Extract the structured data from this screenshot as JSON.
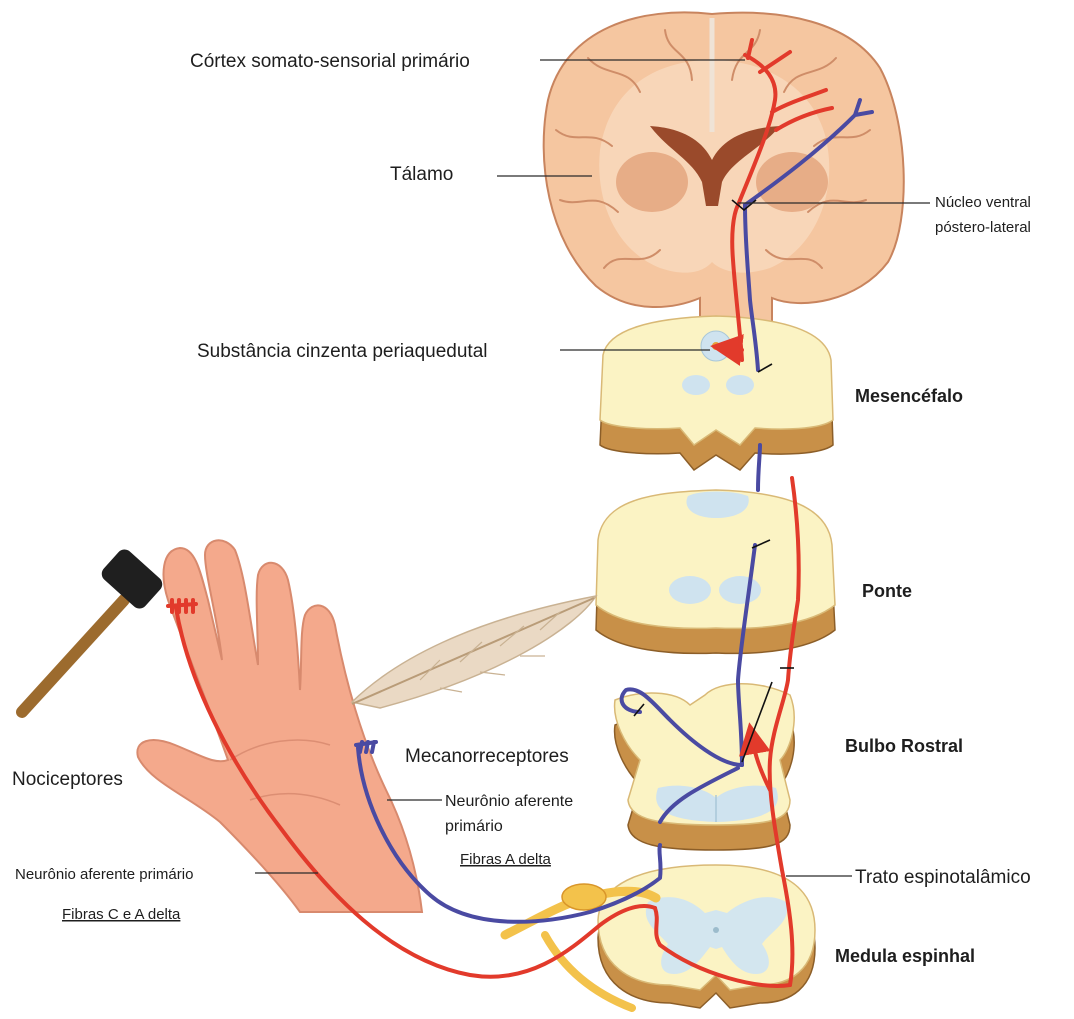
{
  "brain": {
    "cortex_label": "Córtex somato-sensorial primário",
    "thalamus_label": "Tálamo",
    "vpl_label_line1": "Núcleo ventral",
    "vpl_label_line2": "póstero-lateral"
  },
  "brainstem": {
    "pag_label": "Substância cinzenta periaquedutal",
    "midbrain_label": "Mesencéfalo",
    "pons_label": "Ponte",
    "medulla_label": "Bulbo Rostral"
  },
  "spinal_cord": {
    "label": "Medula espinhal",
    "tract_label": "Trato espinotalâmico"
  },
  "periphery": {
    "mechanoreceptors_label": "Mecanorreceptores",
    "nociceptors_label": "Nociceptores",
    "afferent_right_line1": "Neurônio aferente",
    "afferent_right_line2": "primário",
    "fibers_right": "Fibras A delta",
    "afferent_left": "Neurônio aferente primário",
    "fibers_left": "Fibras C e A delta"
  },
  "colors": {
    "nociceptive_pathway": "#e23a2b",
    "mechanoreceptive_pathway": "#4a4aa2",
    "brain_tissue": "#f5c6a0",
    "section_face": "#fbf3c4",
    "section_edge": "#c89048",
    "ventricle": "#cfe3ef",
    "ganglion": "#f3c24b"
  }
}
